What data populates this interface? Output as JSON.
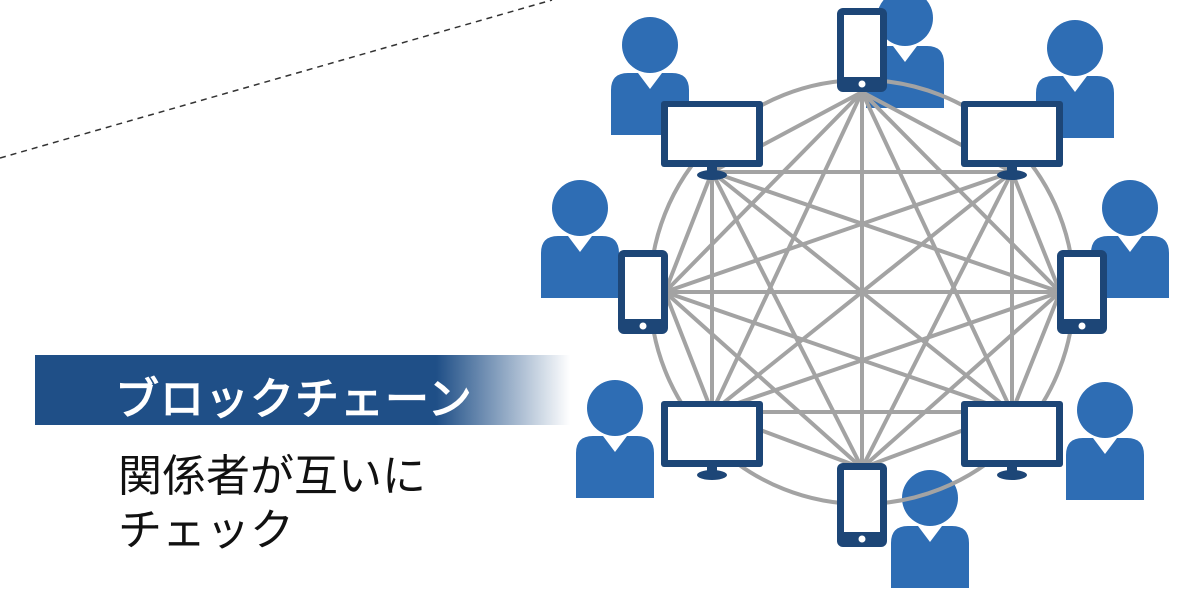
{
  "title": "ブロックチェーン",
  "subtitle_lines": [
    "関係者が互いに",
    "チェック"
  ],
  "colors": {
    "brand_blue": "#1f4f87",
    "icon_blue": "#2e6db4",
    "device_dark": "#1d4677",
    "link_gray": "#a3a3a3"
  },
  "nodes": [
    {
      "device": "smartphone-icon",
      "user": "person-icon"
    },
    {
      "device": "monitor-icon",
      "user": "person-icon"
    },
    {
      "device": "smartphone-icon",
      "user": "person-icon"
    },
    {
      "device": "monitor-icon",
      "user": "person-icon"
    },
    {
      "device": "smartphone-icon",
      "user": "person-icon"
    },
    {
      "device": "monitor-icon",
      "user": "person-icon"
    },
    {
      "device": "smartphone-icon",
      "user": "person-icon"
    },
    {
      "device": "monitor-icon",
      "user": "person-icon"
    }
  ]
}
